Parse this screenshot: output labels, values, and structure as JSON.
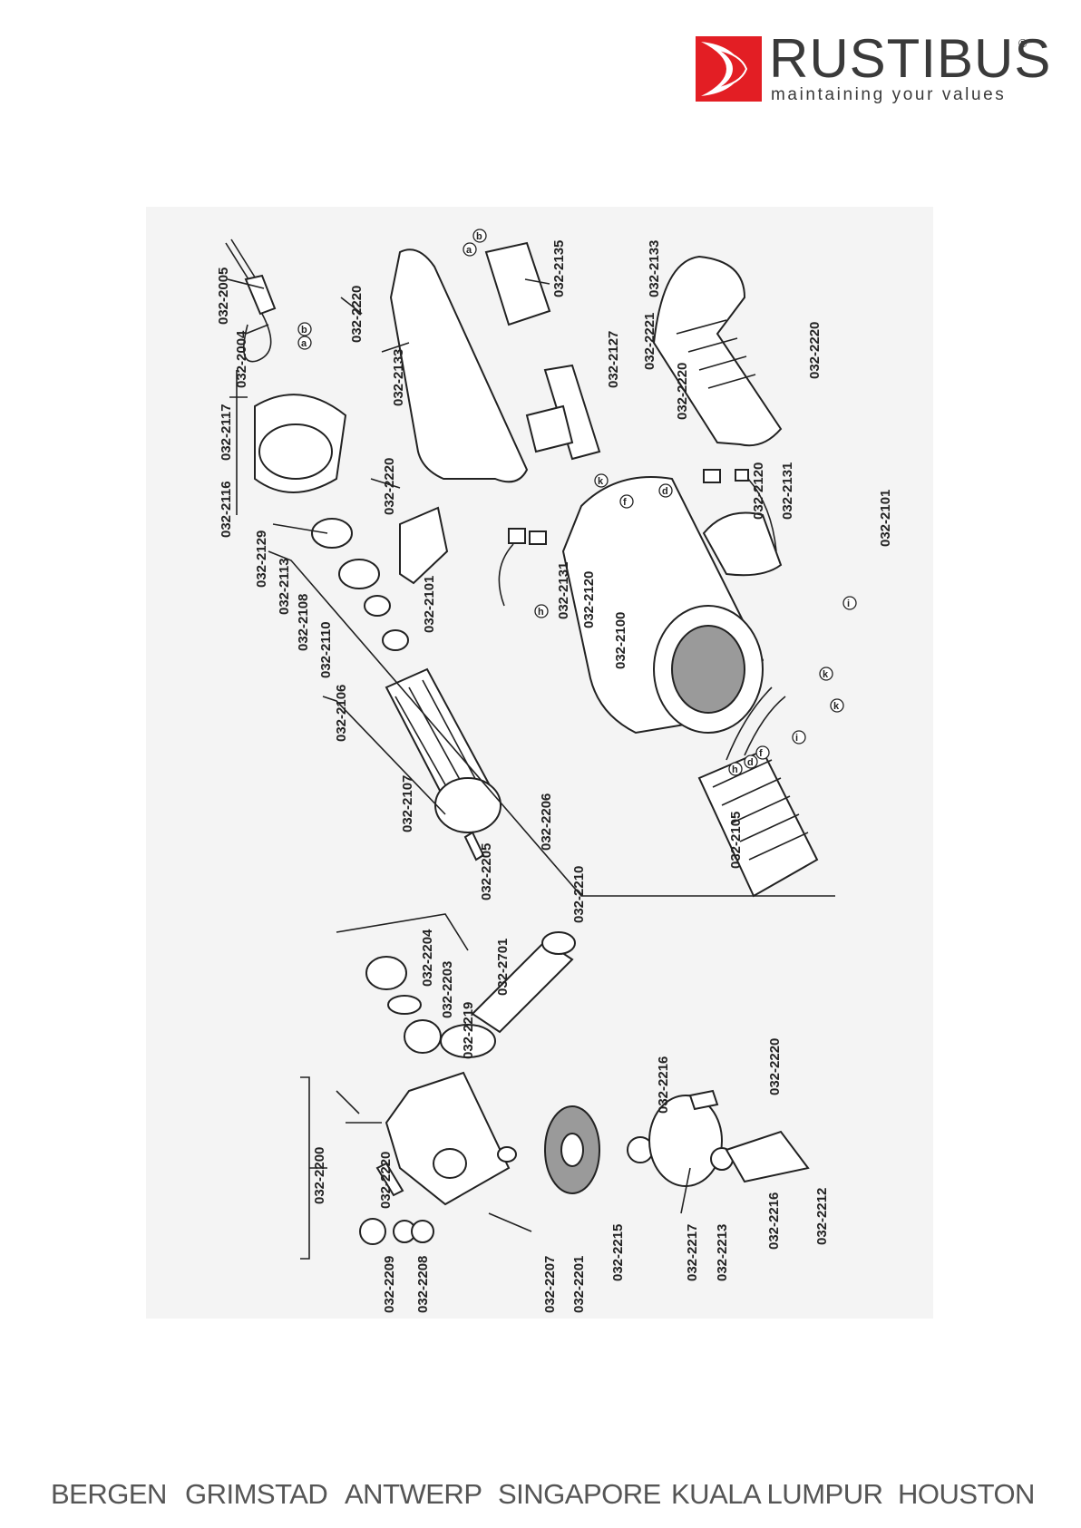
{
  "brand": {
    "name": "RUSTIBUS",
    "registered": "®",
    "tagline": "maintaining your values",
    "accent": "#e31e24",
    "text_color": "#3a3a3a"
  },
  "diagram": {
    "part_labels": [
      "032-2005",
      "032-2004",
      "032-2220",
      "032-2133",
      "032-2135",
      "032-2117",
      "032-2116",
      "032-2220",
      "032-2129",
      "032-2113",
      "032-2108",
      "032-2110",
      "032-2101",
      "032-2106",
      "032-2107",
      "032-2206",
      "032-2205",
      "032-2210",
      "032-2127",
      "032-2133",
      "032-2221",
      "032-2220",
      "032-2220",
      "032-2120",
      "032-2131",
      "032-2101",
      "032-2131",
      "032-2120",
      "032-2100",
      "032-2105",
      "032-2204",
      "032-2203",
      "032-2219",
      "032-2701",
      "032-2200",
      "032-2220",
      "032-2209",
      "032-2208",
      "032-2207",
      "032-2201",
      "032-2215",
      "032-2216",
      "032-2220",
      "032-2217",
      "032-2213",
      "032-2216",
      "032-2212"
    ],
    "callouts": [
      "a",
      "b",
      "a",
      "b",
      "k",
      "f",
      "d",
      "h",
      "d",
      "f",
      "i",
      "k",
      "k",
      "h",
      "i"
    ]
  },
  "footer": {
    "cities": [
      "BERGEN",
      "GRIMSTAD",
      "ANTWERP",
      "SINGAPORE",
      "KUALA LUMPUR",
      "HOUSTON"
    ]
  }
}
